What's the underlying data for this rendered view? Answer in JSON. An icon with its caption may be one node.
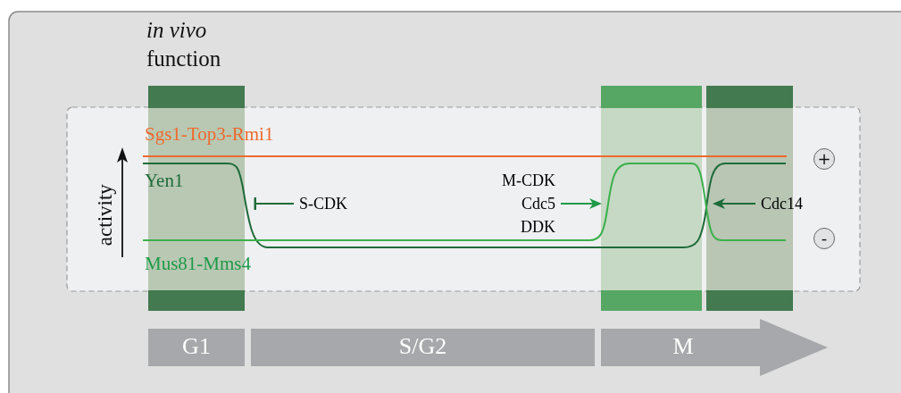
{
  "diagram": {
    "nodes": [
      {
        "text": [
          "G1"
        ]
      },
      {
        "text": [
          "S/G2"
        ]
      },
      {
        "text": [
          "M"
        ]
      },
      {
        "text": [
          "S-CDK"
        ]
      },
      {
        "text": [
          "M-CDK",
          "Cdc5",
          "DDK"
        ]
      },
      {
        "text": [
          "Cdc14"
        ]
      },
      {
        "text": [],
        "shape": "bar"
      },
      {
        "text": [],
        "shape": "bar"
      },
      {
        "text": [],
        "shape": "bar"
      }
    ],
    "edges": [
      {
        "from": 3,
        "to": 6,
        "arrow": "other"
      },
      {
        "from": 4,
        "to": 7,
        "arrow": "to",
        "color": "#1f9a48"
      },
      {
        "from": 5,
        "to": 8,
        "arrow": "to"
      }
    ],
    "labels": [
      "*in vivo* function",
      "Sgs1-Top3-Rmi1",
      "Yen1",
      "activity",
      "+",
      "Mus81-Mms4",
      "-"
    ]
  }
}
